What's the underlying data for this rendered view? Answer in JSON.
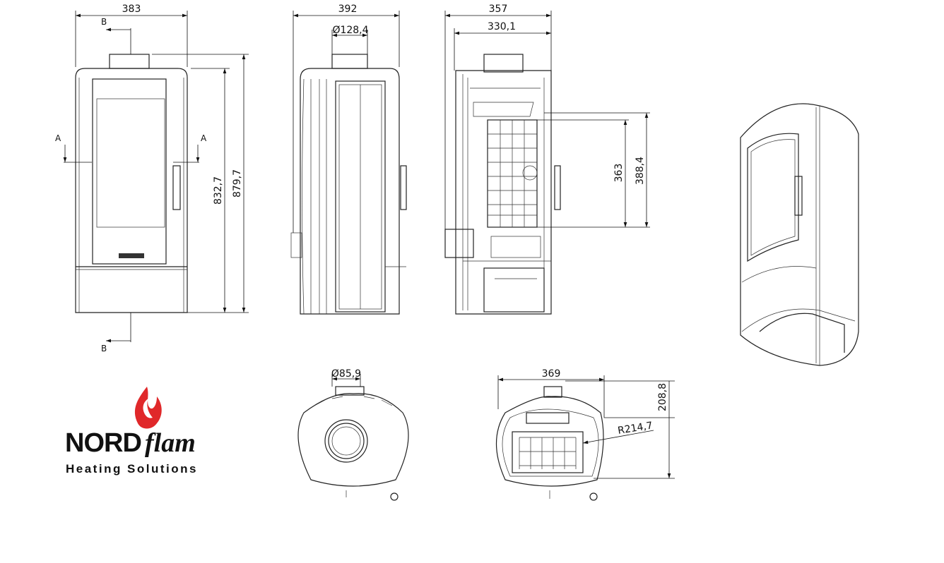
{
  "front_view": {
    "width": "383",
    "height_body": "832,7",
    "height_total": "879,7",
    "section_a_left": "A",
    "section_a_right": "A",
    "section_b_top": "B",
    "section_b_bottom": "B"
  },
  "side_view": {
    "width": "392",
    "flue_diameter": "Ø128,4"
  },
  "section_view": {
    "depth": "357",
    "inner_depth": "330,1",
    "height_inner": "363",
    "height_outer": "388,4"
  },
  "top_view": {
    "flue_diameter": "Ø85,9"
  },
  "plan_section": {
    "width": "369",
    "offset": "208,8",
    "radius": "R214,7"
  },
  "logo": {
    "brand_bold": "NORD",
    "brand_italic": "flam",
    "tagline": "Heating Solutions",
    "flame_color": "#e0282a"
  }
}
